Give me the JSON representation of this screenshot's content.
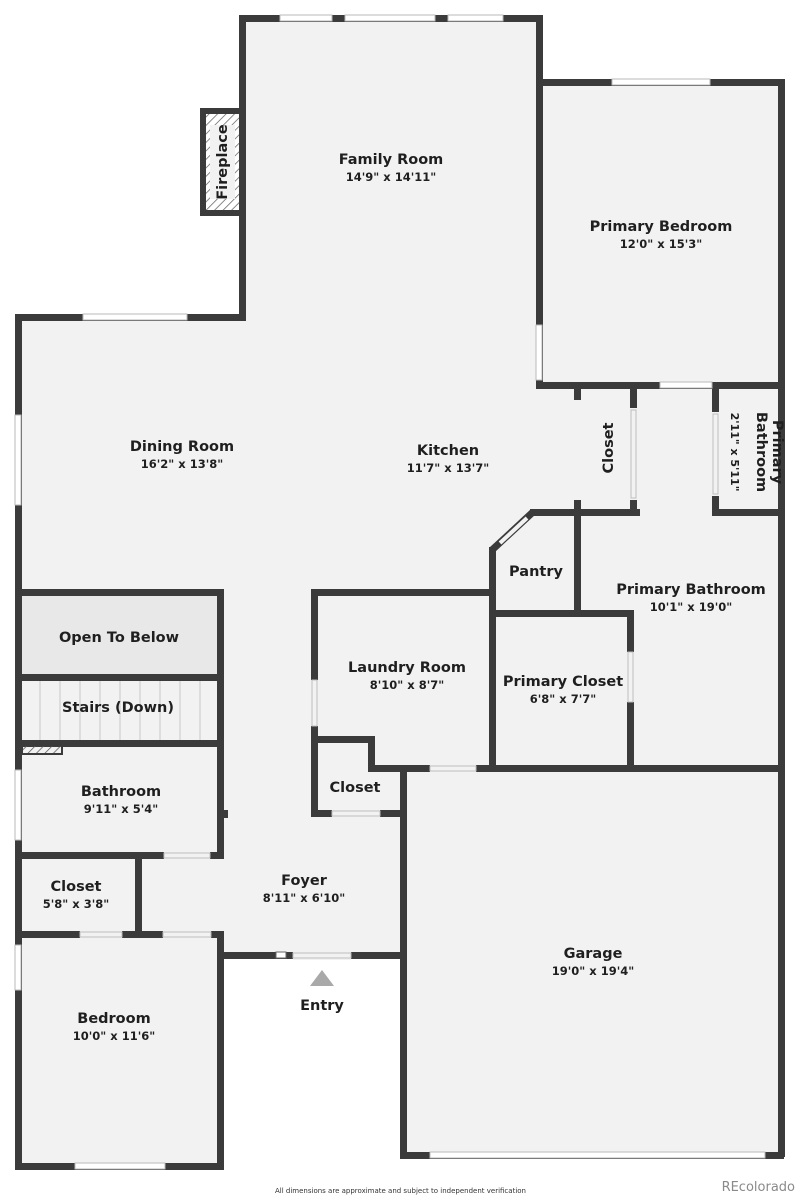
{
  "rooms": {
    "family_room": {
      "name": "Family Room",
      "dim": "14'9\" x 14'11\""
    },
    "primary_bedroom": {
      "name": "Primary Bedroom",
      "dim": "12'0\" x 15'3\""
    },
    "dining_room": {
      "name": "Dining Room",
      "dim": "16'2\" x 13'8\""
    },
    "kitchen": {
      "name": "Kitchen",
      "dim": "11'7\" x 13'7\""
    },
    "closet_upper": {
      "name": "Closet"
    },
    "primary_bathroom_small": {
      "name_line1": "Primary",
      "name_line2": "Bathroom",
      "dim": "2'11\" x 5'11\""
    },
    "pantry": {
      "name": "Pantry"
    },
    "primary_bathroom": {
      "name": "Primary Bathroom",
      "dim": "10'1\" x 19'0\""
    },
    "open_to_below": {
      "name": "Open To Below"
    },
    "laundry_room": {
      "name": "Laundry Room",
      "dim": "8'10\" x 8'7\""
    },
    "primary_closet": {
      "name": "Primary Closet",
      "dim": "6'8\" x 7'7\""
    },
    "stairs": {
      "name": "Stairs (Down)"
    },
    "closet_laundry": {
      "name": "Closet"
    },
    "bathroom": {
      "name": "Bathroom",
      "dim": "9'11\" x 5'4\""
    },
    "foyer": {
      "name": "Foyer",
      "dim": "8'11\" x 6'10\""
    },
    "closet_left": {
      "name": "Closet",
      "dim": "5'8\" x 3'8\""
    },
    "garage": {
      "name": "Garage",
      "dim": "19'0\" x 19'4\""
    },
    "bedroom": {
      "name": "Bedroom",
      "dim": "10'0\" x 11'6\""
    }
  },
  "fireplace": "Fireplace",
  "entry": "Entry",
  "footer": "All dimensions are approximate and subject to independent verification",
  "brand": "REcolorado",
  "colors": {
    "wall": "#3b3b3b",
    "floor": "#f2f2f2",
    "open_to_below": "#e8e8e8",
    "hatch": "#555555",
    "entry_arrow": "#a9a9a9"
  }
}
